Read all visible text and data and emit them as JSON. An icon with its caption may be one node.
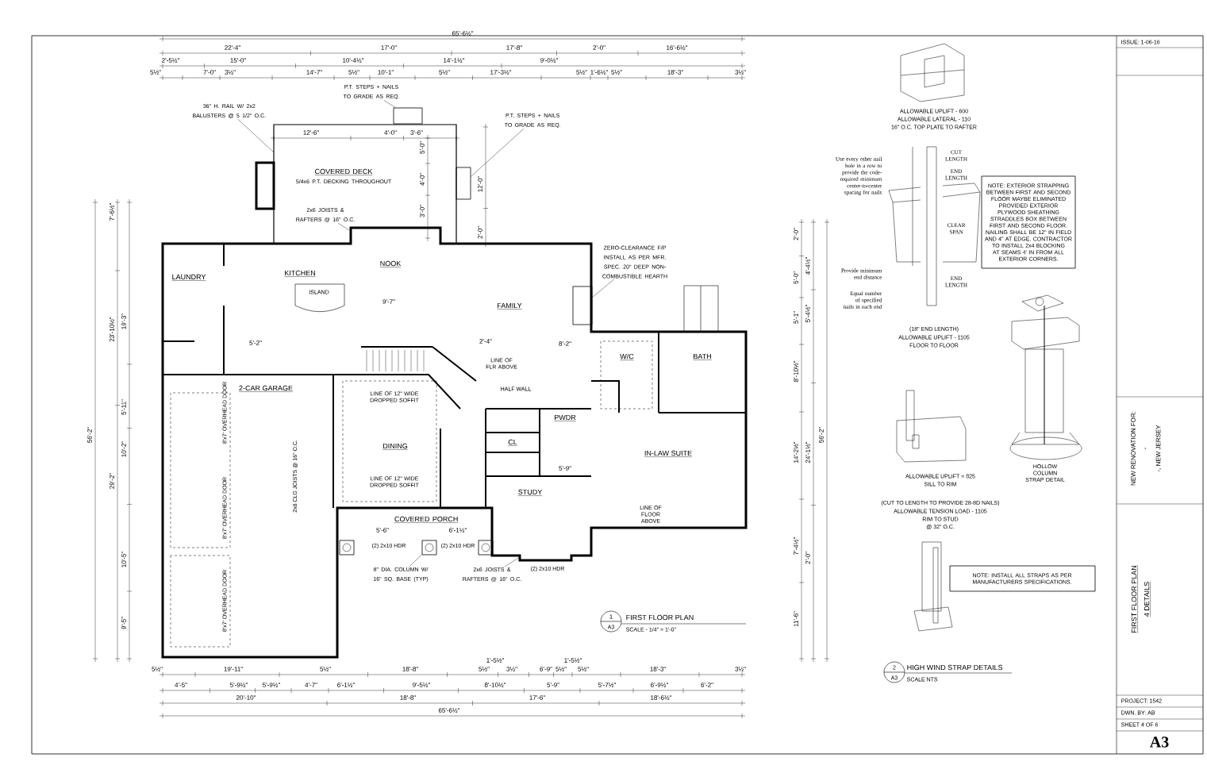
{
  "diagram": {
    "nodes": [
      {
        "text": [
          "COVERED DECK",
          "5/4x6 P.T. DECKING THROUGHOUT"
        ]
      },
      {
        "text": [
          "LAUNDRY"
        ]
      },
      {
        "text": [
          "KITCHEN"
        ]
      },
      {
        "text": [
          "ISLAND"
        ]
      },
      {
        "text": [
          "NOOK"
        ]
      },
      {
        "text": [
          "FAMILY"
        ]
      },
      {
        "text": [
          "W/C"
        ]
      },
      {
        "text": [
          "BATH"
        ]
      },
      {
        "text": [
          "2-CAR GARAGE"
        ]
      },
      {
        "text": [
          "DINING"
        ]
      },
      {
        "text": [
          "PWDR"
        ]
      },
      {
        "text": [
          "CL"
        ]
      },
      {
        "text": [
          "IN-LAW SUITE"
        ]
      },
      {
        "text": [
          "STUDY"
        ]
      },
      {
        "text": [
          "COVERED PORCH"
        ]
      },
      {
        "text": [],
        "shape": "box"
      },
      {
        "text": [],
        "shape": "box"
      },
      {
        "text": [
          "P.T. STEPS + NAILS TO GRADE AS REQ."
        ]
      },
      {
        "text": [
          "P.T. STEPS + NAILS TO GRADE AS REQ."
        ]
      },
      {
        "text": [
          "36\" H. RAIL W/ 2x2 BALUSTERS @ 5 1/2\" O.C."
        ]
      },
      {
        "text": [],
        "shape": "box"
      },
      {
        "text": [],
        "shape": "box"
      },
      {
        "text": [],
        "shape": "box"
      },
      {
        "text": [
          "8\" DIA. COLUMN W/ 16\" SQ. BASE (TYP)"
        ]
      },
      {
        "text": [
          "2x6 JOISTS & RAFTERS @ 16\" O.C."
        ]
      },
      {
        "text": [
          "ZERO-CLEARANCE F/P INSTALL AS PER MFR. SPEC. 20\" DEEP NON-COMBUSTIBLE HEARTH"
        ]
      },
      {
        "text": [],
        "shape": "box"
      },
      {
        "text": [
          "2x6 JOISTS & RAFTERS @ 16\" O.C."
        ]
      }
    ],
    "edges": [
      {
        "from": 17,
        "to": 15,
        "arrow": "none"
      },
      {
        "from": 18,
        "to": 16,
        "arrow": "none"
      },
      {
        "from": 19,
        "to": null,
        "arrow": "none"
      },
      {
        "from": 23,
        "to": 21,
        "arrow": "none"
      },
      {
        "from": 24,
        "to": null,
        "arrow": "none"
      },
      {
        "from": 25,
        "to": 26,
        "arrow": "none"
      },
      {
        "from": 27,
        "to": null,
        "arrow": "none"
      }
    ],
    "labels": [
      "65'-6½\"",
      "22'-4\"",
      "17'-0\"",
      "17'-8\"",
      "2'-0\"",
      "16'-6½\"",
      "2'-5½\"",
      "15'-0\"",
      "10'-4½\"",
      "14'-1½\"",
      "9'-0½\"",
      "5½\"",
      "7'-0\"",
      "3½\"",
      "14'-7\"",
      "5½\"",
      "10'-1\"",
      "5½\"",
      "17'-3½\"",
      "5½\"",
      "1'-6½\"",
      "5½\"",
      "18'-3\"",
      "3½\"",
      "12'-6\"",
      "4'-0\"",
      "3'-6\"",
      "5'-0\"",
      "4'-0\"",
      "3'-0\"",
      "12'-0\"",
      "2'-0\"",
      "7'-6½\"",
      "23'-10½\"",
      "29'-2\"",
      "56'-2\"",
      "19'-3\"",
      "5'-11\"",
      "10'-2\"",
      "10'-5\"",
      "9'-5\"",
      "2'-0\"",
      "5'-0\"",
      "5'-1\"",
      "8'-10½\"",
      "14'-2½\"",
      "7'-4½\"",
      "11'-6\"",
      "4'-4½\"",
      "5'-4½\"",
      "24'-1½\"",
      "2'-0\"",
      "56'-2\"",
      "LINE OF FLR ABOVE",
      "HALF WALL",
      "LINE OF 12\" WIDE DROPPED SOFFIT",
      "LINE OF 12\" WIDE DROPPED SOFFIT",
      "LINE OF FLOOR ABOVE",
      "9'-7\"",
      "5'-2\"",
      "2'-4\"",
      "8'-2\"",
      "5'-6\"",
      "6'-1½\"",
      "5'-9\"",
      "8'x7' OVERHEAD DOOR",
      "8'x7' OVERHEAD DOOR",
      "8'x7' OVERHEAD DOOR",
      "2x8 CLG JOISTS @ 16\" O.C.",
      "(2) 2x10 HDR",
      "(2) 2x10 HDR",
      "(2) 2x10 HDR",
      "1",
      "FIRST FLOOR PLAN",
      "A3",
      "SCALE - 1/4\" = 1'-0\"",
      "5½\"",
      "19'-11\"",
      "5½\"",
      "18'-8\"",
      "5½\"",
      "1'-5½\"",
      "3½\"",
      "6'-9\"",
      "5½\"",
      "1'-5½\"",
      "5½\"",
      "18'-3\"",
      "3½\"",
      "4'-5\"",
      "5'-9½\"",
      "5'-9½\"",
      "4'-7\"",
      "6'-1½\"",
      "9'-5½\"",
      "8'-10½\"",
      "5'-9\"",
      "5'-7½\"",
      "6'-9½\"",
      "6'-2\"",
      "20'-10\"",
      "18'-8\"",
      "17'-6\"",
      "18'-6½\"",
      "65'-6½\"",
      "ALLOWABLE UPLIFT - 600",
      "ALLOWABLE LATERAL - 110",
      "16\" O.C. TOP PLATE TO RAFTER",
      "Use every other nail hole in a row to provide the code-required minimum center-to-center spacing for nails",
      "CUT LENGTH",
      "END LENGTH",
      "CLEAR SPAN",
      "END LENGTH",
      "Provide minimum end distance",
      "Equal number of specified nails in each end",
      "NOTE: EXTERIOR STRAPPING BETWEEN FIRST AND SECOND FLOOR MAYBE ELIMINATED PROVIDED EXTERIOR PLYWOOD SHEATHING STRADDLES BOX BETWEEN FIRST AND SECOND FLOOR. NAILING SHALL BE 12\" IN FIELD AND 4\" AT EDGE. CONTRACTOR TO INSTALL 2x4 BLOCKING AT SEAMS 4' IN FROM ALL EXTERIOR CORNERS.",
      "(18\" END LENGTH)",
      "ALLOWABLE UPLIFT - 1105",
      "FLOOR TO FLOOR",
      "HOLLOW COLUMN STRAP DETAIL",
      "ALLOWABLE UPLIFT = 825",
      "SILL TO RIM",
      "(CUT TO LENGTH TO PROVIDE 28-8D NAILS)",
      "ALLOWABLE TENSION LOAD - 1105",
      "RIM TO STUD",
      "@ 32\" O.C.",
      "NOTE: INSTALL ALL STRAPS AS PER MANUFACTURERS SPECIFICATIONS.",
      "2",
      "HIGH WIND STRAP DETAILS",
      "A3",
      "SCALE NTS",
      "ISSUE: 1-06-16",
      "NEW RENOVATION FOR:",
      "-",
      "-, NEW JERSEY",
      "FIRST FLOOR PLAN",
      "4 DETAILS",
      "PROJECT: 1542",
      "DWN. BY: AB",
      "SHEET 4 OF 6",
      "A3"
    ]
  }
}
